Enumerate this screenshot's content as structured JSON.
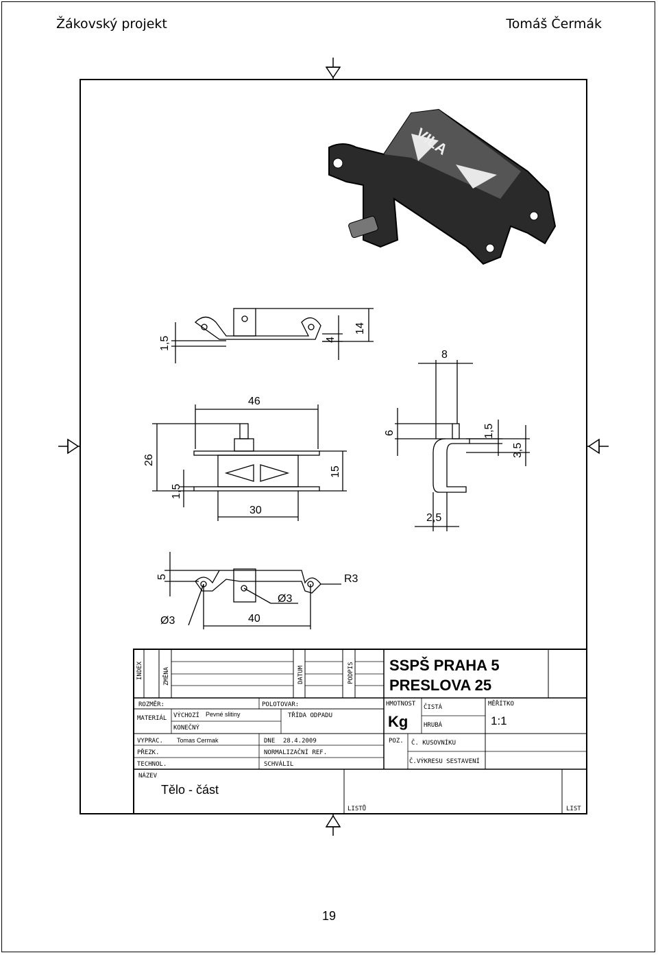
{
  "header": {
    "left": "Žákovský projekt",
    "right": "Tomáš Čermák"
  },
  "page_number": "19",
  "dimensions": {
    "top_view": [
      "1,5",
      "4",
      "14"
    ],
    "front_view": [
      "46",
      "26",
      "1,5",
      "15",
      "30"
    ],
    "side_view": [
      "8",
      "6",
      "1,5",
      "3,5",
      "2,5"
    ],
    "bottom_view": [
      "5",
      "R3",
      "Ø3",
      "Ø3",
      "40"
    ]
  },
  "iso_model": {
    "engraving": "VILA"
  },
  "title_block": {
    "index": "INDEX",
    "zmena": "ZMĚNA",
    "datum": "DATUM",
    "podpis": "PODPIS",
    "school_line1": "SSPŠ PRAHA 5",
    "school_line2": "PRESLOVA 25",
    "rozmer": "ROZMĚR:",
    "polotovar": "POLOTOVAR:",
    "material": "MATERIÁL",
    "vychozi": "VÝCHOZÍ",
    "vychozi_value": "Pevné slitiny",
    "konecny": "KONEČNÝ",
    "trida_odpadu": "TŘÍDA ODPADU",
    "hmotnost": "HMOTNOST",
    "cista": "ČISTÁ",
    "hruba": "HRUBÁ",
    "kg": "Kg",
    "meritko": "MĚŘÍTKO",
    "scale": "1:1",
    "vyprac": "VYPRAC.",
    "author": "Tomas Cermak",
    "dne": "DNE",
    "date": "28.4.2009",
    "prezk": "PŘEZK.",
    "normalizacni": "NORMALIZAČNÍ REF.",
    "technol": "TECHNOL.",
    "schvalil": "SCHVÁLIL",
    "poz": "POZ.",
    "kusovniku": "Č. KUSOVNÍKU",
    "vykresu": "Č.VÝKRESU SESTAVENÍ",
    "nazev": "NÁZEV",
    "part_name": "Tělo - část",
    "listu": "LISTŮ",
    "list": "LIST"
  }
}
